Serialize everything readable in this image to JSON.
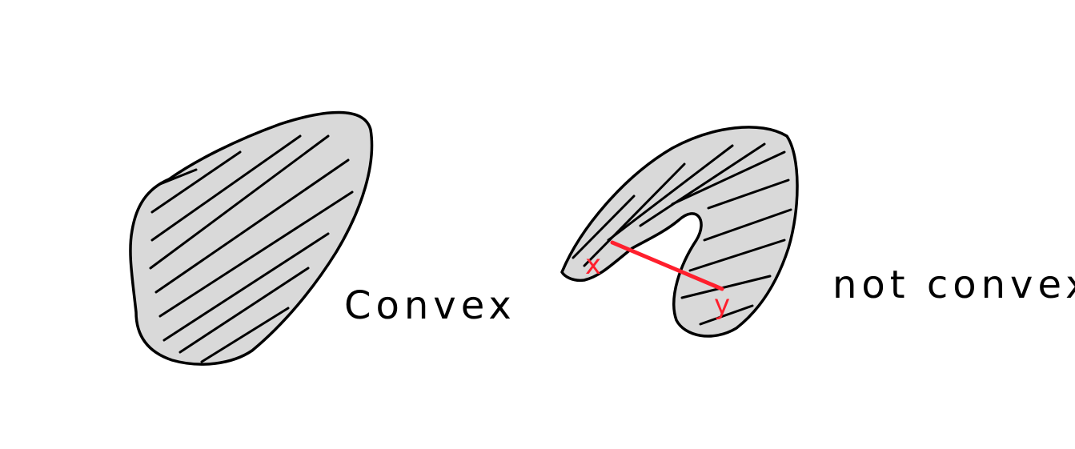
{
  "labels": {
    "convex": "Convex",
    "not_convex": "not convex",
    "point_x": "x",
    "point_y": "y"
  },
  "colors": {
    "ink": "#000000",
    "highlight": "#ff1f2d",
    "background": "#ffffff",
    "fill": "#d9d9d9"
  }
}
